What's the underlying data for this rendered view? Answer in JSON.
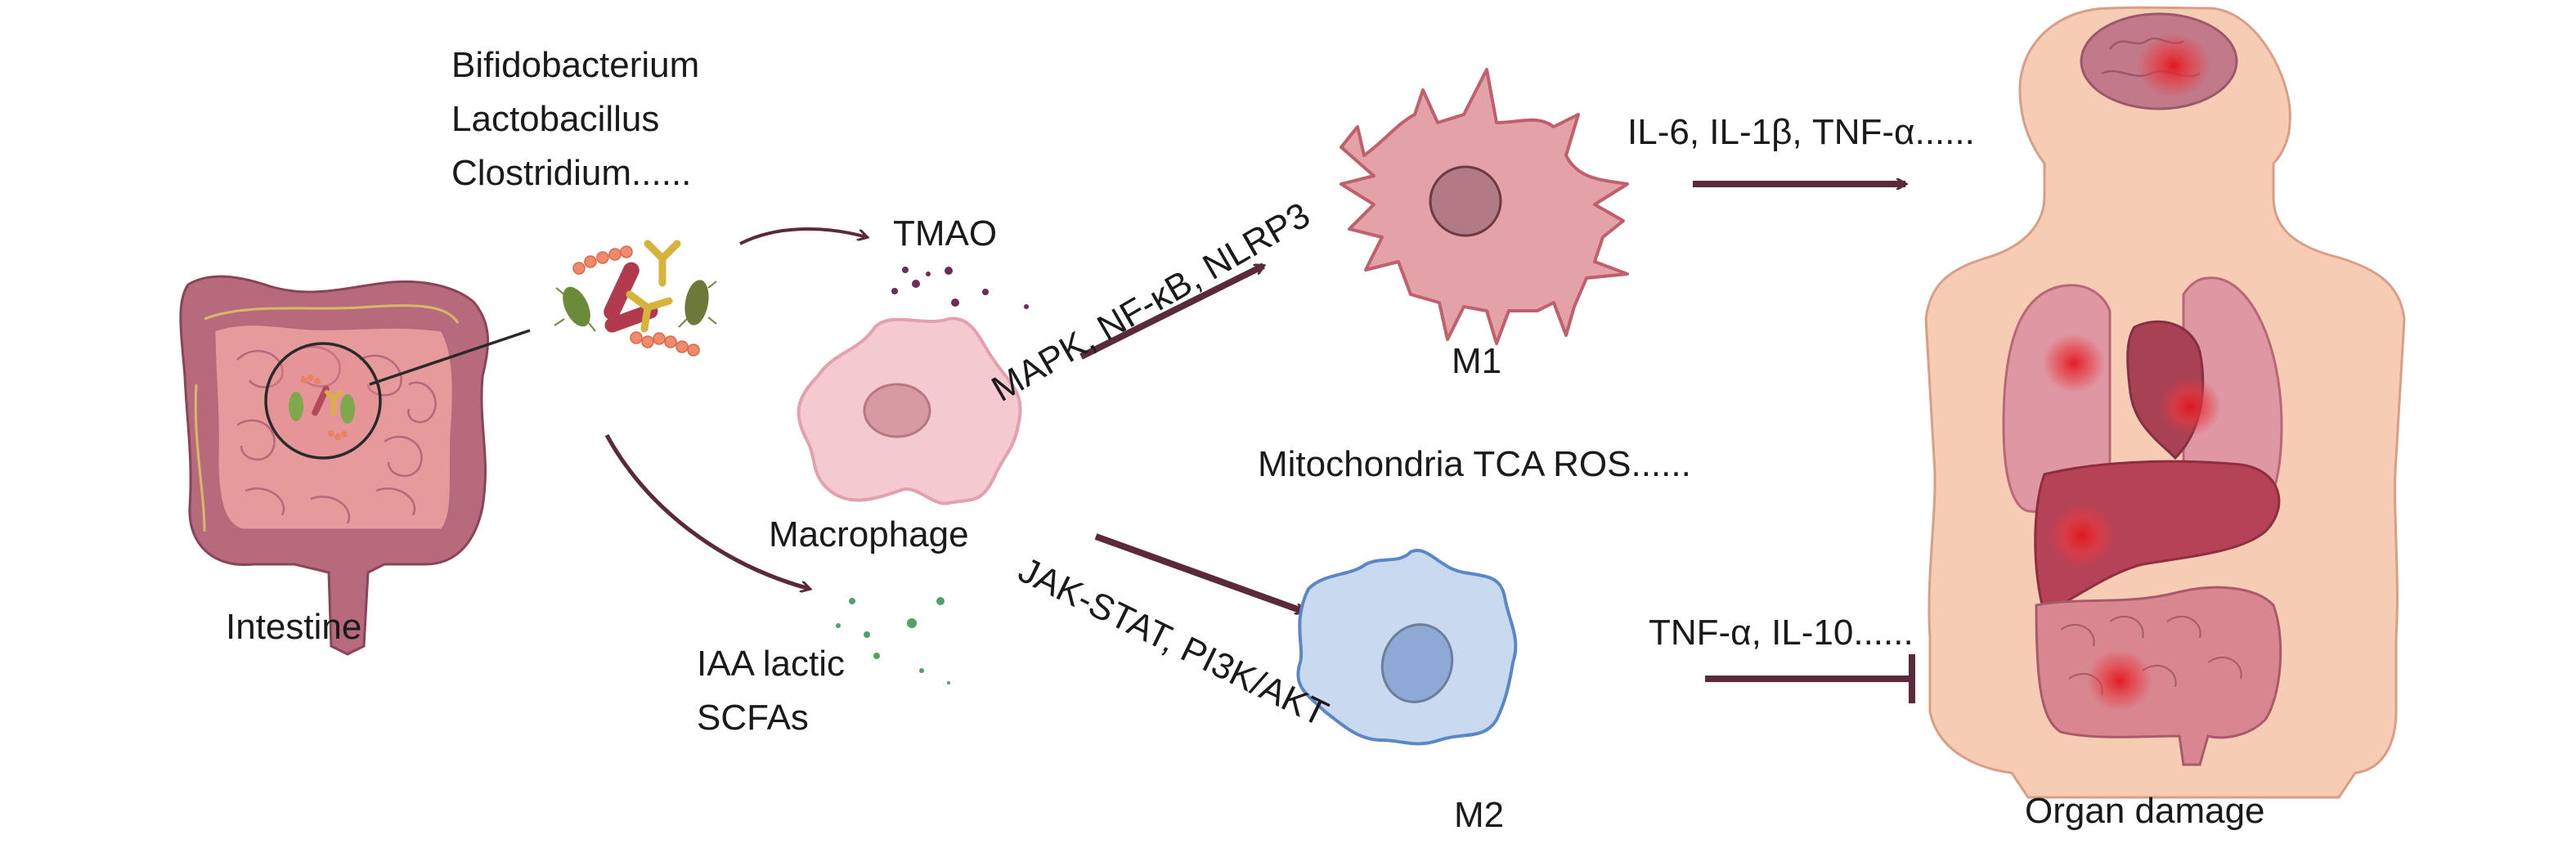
{
  "bacteria": {
    "names": [
      "Bifidobacterium",
      "Lactobacillus",
      "Clostridium......"
    ]
  },
  "intestine": {
    "label": "Intestine"
  },
  "metabolites": {
    "tmao": "TMAO",
    "iaa": "IAA lactic",
    "scfa": "SCFAs"
  },
  "macrophage": {
    "label": "Macrophage"
  },
  "pathways": {
    "m1": "MAPK, NF-κB, NLRP3",
    "m2": "JAK-STAT, PI3K/AKT"
  },
  "m1": {
    "label": "M1",
    "cytokines": "IL-6, IL-1β, TNF-α......"
  },
  "m2": {
    "label": "M2",
    "cytokines": "TNF-α, IL-10......"
  },
  "metabolism": "Mitochondria TCA ROS......",
  "organ": {
    "label": "Organ damage"
  },
  "colors": {
    "arrow": "#5a2a3c",
    "m1_fill": "#e3a1a8",
    "m1_stroke": "#c0606c",
    "m2_fill": "#c9d9ef",
    "m2_stroke": "#5b87c7",
    "macrophage_fill": "#f4c9cf",
    "skin": "#f6cdb4",
    "inflammation": "#e0222a"
  }
}
